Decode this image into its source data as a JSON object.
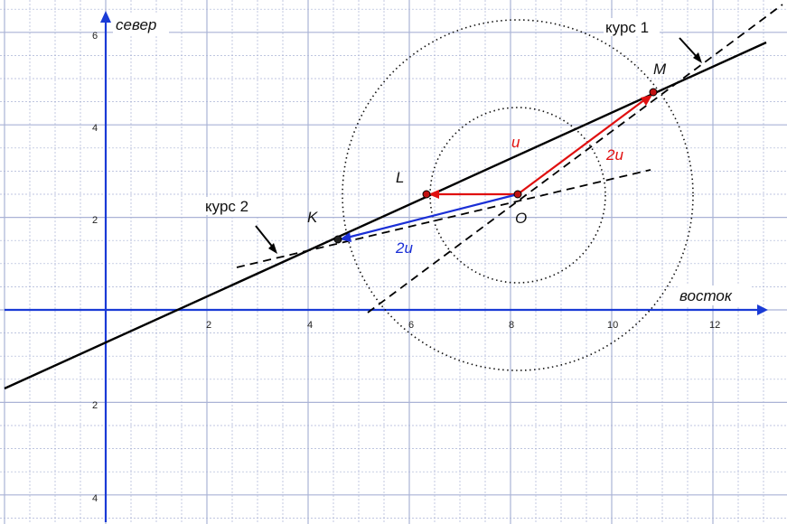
{
  "axes": {
    "x_label": "восток",
    "y_label": "север",
    "x_ticks": [
      "2",
      "4",
      "6",
      "8",
      "10",
      "12"
    ],
    "y_ticks": [
      "6",
      "4",
      "2",
      "2",
      "4"
    ]
  },
  "labels": {
    "course1": "курс 1",
    "course2": "курс 2",
    "point_M": "M",
    "point_L": "L",
    "point_K": "K",
    "point_O": "O",
    "vec_u": "u",
    "vec_2u_red": "2u",
    "vec_2u_blue": "2u"
  },
  "colors": {
    "grid": "#aab3d6",
    "axis": "#1a3bd6",
    "red": "#e01010",
    "blue": "#1a2fd6",
    "black": "#000000"
  },
  "points": {
    "O": [
      8.2,
      2.5
    ],
    "L": [
      6.4,
      2.5
    ],
    "M": [
      10.8,
      4.75
    ],
    "K": [
      4.6,
      1.5
    ]
  },
  "circles": [
    {
      "center": "O",
      "radius": 1.9
    },
    {
      "center": "O",
      "radius": 3.8
    }
  ]
}
